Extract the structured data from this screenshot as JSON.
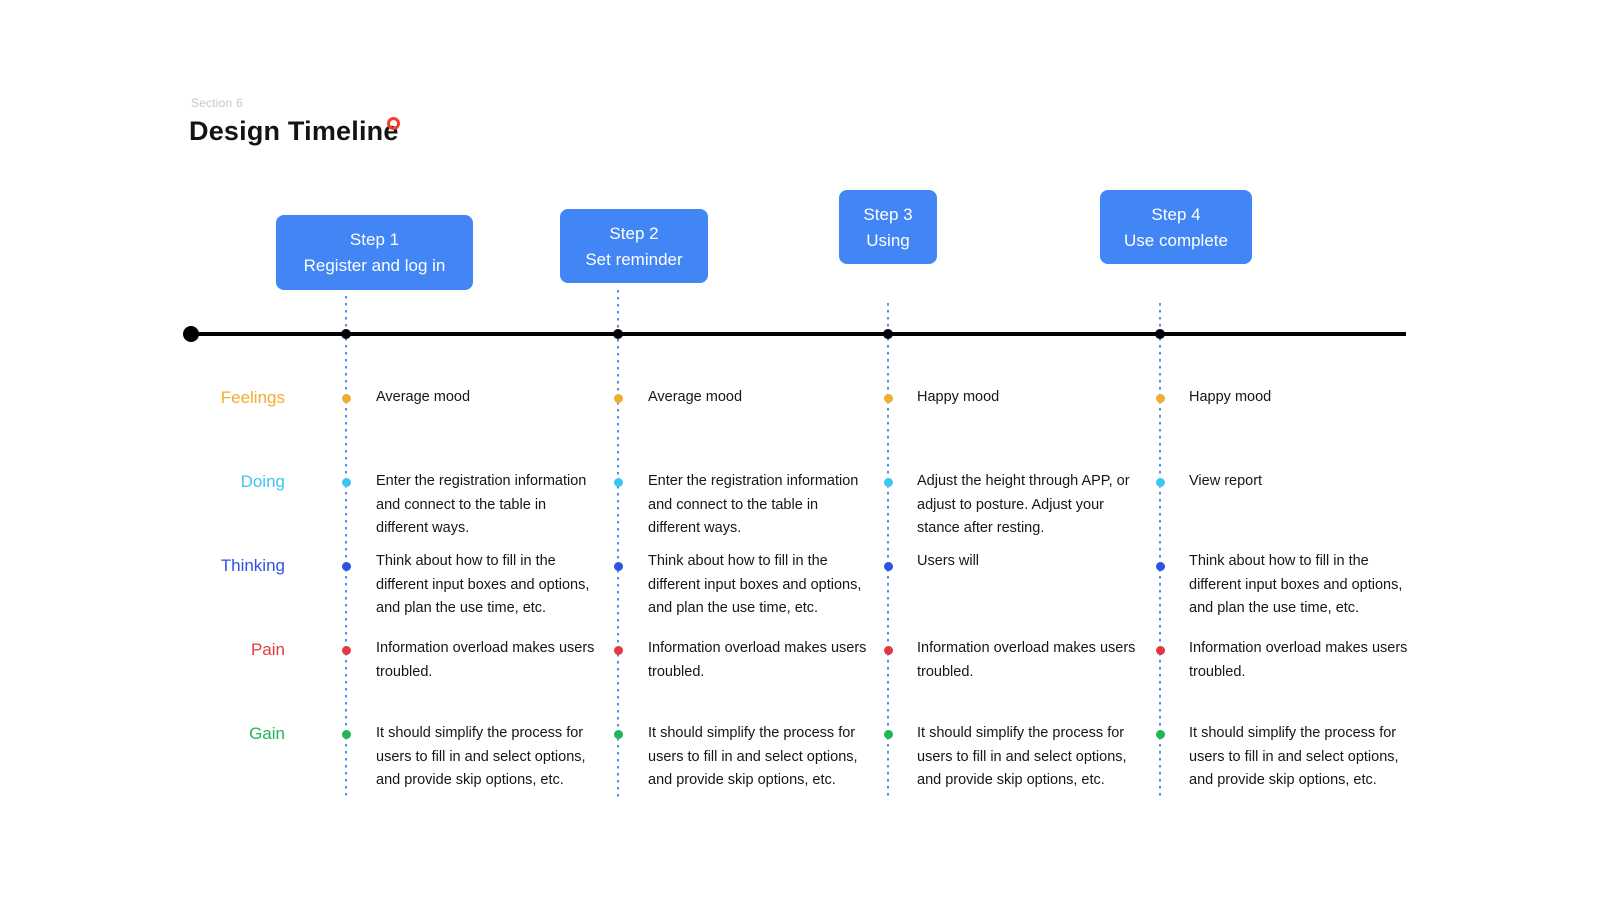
{
  "header": {
    "section_label": "Section 6",
    "title": "Design Timeline"
  },
  "steps": [
    {
      "label": "Step 1",
      "sublabel": "Register and log in"
    },
    {
      "label": "Step 2",
      "sublabel": "Set reminder"
    },
    {
      "label": "Step 3",
      "sublabel": "Using"
    },
    {
      "label": "Step 4",
      "sublabel": "Use complete"
    }
  ],
  "rows": [
    {
      "label": "Feelings",
      "color": "#F2AC2E",
      "cells": [
        "Average mood",
        "Average mood",
        "Happy mood",
        "Happy mood"
      ]
    },
    {
      "label": "Doing",
      "color": "#3EC6F2",
      "cells": [
        "Enter the registration information and connect to the table in different ways.",
        "Enter the registration information and connect to the table in different ways.",
        "Adjust the height through APP, or adjust to posture. Adjust your stance after resting.",
        "View report"
      ]
    },
    {
      "label": "Thinking",
      "color": "#2C53E4",
      "cells": [
        "Think about how to fill in the different input boxes and options, and plan the use time, etc.",
        "Think about how to fill in the different input boxes and options, and plan the use time, etc.",
        "Users will",
        "Think about how to fill in the different input boxes and options, and plan the use time, etc."
      ]
    },
    {
      "label": "Pain",
      "color": "#E23B3F",
      "cells": [
        "Information overload makes users troubled.",
        "Information overload makes users troubled.",
        "Information overload makes users troubled.",
        "Information overload makes users troubled."
      ]
    },
    {
      "label": "Gain",
      "color": "#22B455",
      "cells": [
        "It should simplify the process for users to fill in and select options, and provide skip options, etc.",
        "It should simplify the process for users to fill in and select options, and provide skip options, etc.",
        "It should simplify the process for users to fill in and select options, and provide skip options, etc.",
        "It should simplify the process for users to fill in and select options, and provide skip options, etc."
      ]
    }
  ],
  "colors": {
    "step_bg": "#4285F4",
    "accent_ring": "#F23E2C",
    "guide_line": "#4A90F2",
    "timeline": "#000000",
    "section_label": "#C8C8C8",
    "text": "#161616"
  }
}
